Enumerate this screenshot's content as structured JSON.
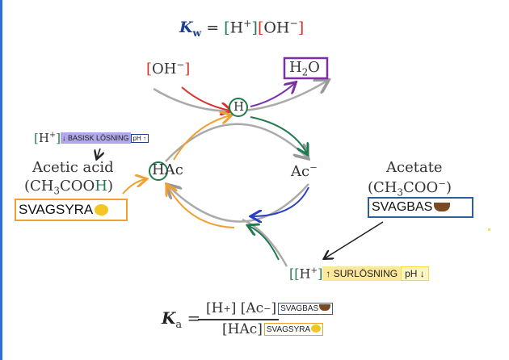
{
  "kw": {
    "symbol": "K",
    "sub": "w",
    "eq": "=",
    "h": "H",
    "h_sup": "+",
    "oh": "OH",
    "oh_sup": "−"
  },
  "cycle": {
    "oh": "OH",
    "oh_sup": "−",
    "h2o_h": "H",
    "h2o_sub": "2",
    "h2o_o": "O",
    "h_circle": "H",
    "hac_h": "H",
    "hac_rest": "Ac",
    "ac": "Ac",
    "ac_sup": "−"
  },
  "left": {
    "h": "H",
    "h_sup": "+",
    "basic_label": "↓ BASISK LÖSNING",
    "ph": "pH ↑",
    "name": "Acetic acid",
    "formula_a": "(CH",
    "formula_sub": "3",
    "formula_b": "COO",
    "formula_h": "H",
    "formula_c": ")",
    "tag": "SVAGSYRA",
    "tag_icon": "lemon-icon"
  },
  "right": {
    "name": "Acetate",
    "formula_a": "(CH",
    "formula_sub": "3",
    "formula_b": "COO",
    "formula_sup": "−",
    "formula_c": ")",
    "tag": "SVAGBAS",
    "tag_icon": "basket-icon"
  },
  "bottom": {
    "h": "H",
    "h_sup": "+",
    "acid_label": "↑ SURLÖSNING",
    "ph": "pH ↓"
  },
  "ka": {
    "symbol": "K",
    "sub": "a",
    "eq": "=",
    "num": "[H",
    "num_sup": "+",
    "num_b": "] [Ac",
    "num_sup2": "−",
    "num_c": "]",
    "den": "[HAc]",
    "num_tag": "SVAGBAS",
    "den_tag": "SVAGSYRA"
  },
  "colors": {
    "green": "#1f7a50",
    "red": "#d9332b",
    "purple": "#7b2fa8",
    "orange": "#f0a030",
    "blue": "#2a3fc8",
    "lavender": "#b0a8e8",
    "yellow": "#fbe89a",
    "navy": "#1d3f8f"
  }
}
